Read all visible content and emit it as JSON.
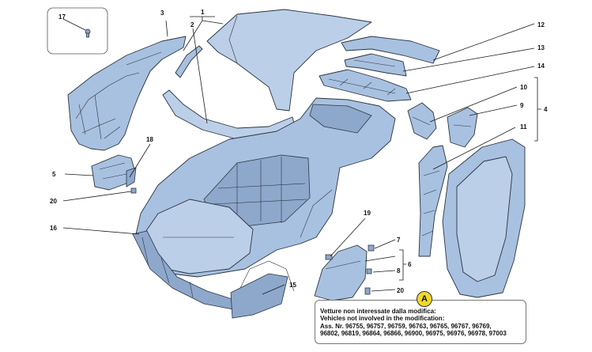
{
  "callouts": {
    "c1": "1",
    "c2": "2",
    "c3": "3",
    "c4": "4",
    "c5": "5",
    "c6": "6",
    "c7": "7",
    "c8": "8",
    "c9": "9",
    "c10": "10",
    "c11": "11",
    "c12": "12",
    "c13": "13",
    "c14": "14",
    "c15": "15",
    "c16": "16",
    "c17": "17",
    "c18": "18",
    "c19": "19",
    "c20a": "20",
    "c20b": "20"
  },
  "note": {
    "badge": "A",
    "line1": "Vetture non interessate dalla modifica:",
    "line2": "Vehicles not involved in the modification:",
    "line3": "Ass. Nr. 96755, 96757, 96759, 96763, 96765, 96767, 96769,",
    "line4": "96802, 96819, 96864, 96866, 96900, 96975, 96976, 96978, 97003"
  },
  "colors": {
    "part_fill": "#a9c1e0",
    "outline": "#2a3440",
    "badge": "#f2d82a"
  }
}
